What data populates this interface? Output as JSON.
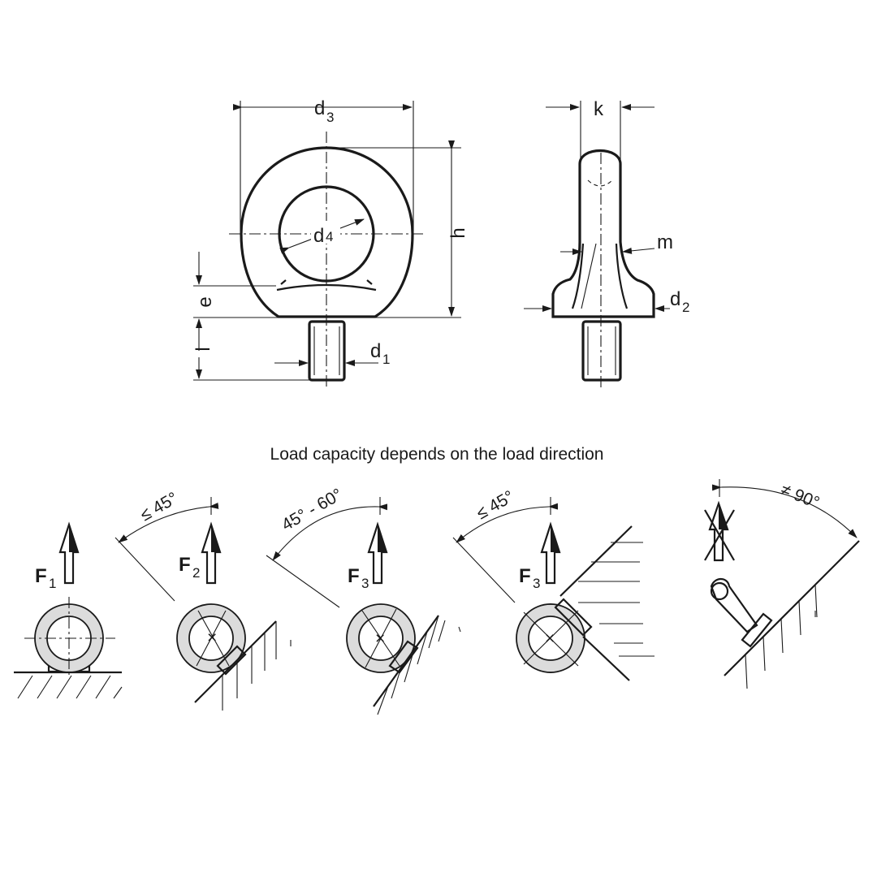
{
  "labels": {
    "d3": "d",
    "d3_sub": "3",
    "d4": "d",
    "d4_sub": "4",
    "h": "h",
    "e": "e",
    "l": "l",
    "d1": "d",
    "d1_sub": "1",
    "k": "k",
    "m": "m",
    "d2": "d",
    "d2_sub": "2"
  },
  "caption": "Load capacity depends on the load direction",
  "load_cases": [
    {
      "force": "F",
      "force_sub": "1",
      "angle": ""
    },
    {
      "force": "F",
      "force_sub": "2",
      "angle": "≤ 45°"
    },
    {
      "force": "F",
      "force_sub": "3",
      "angle": "45° - 60°"
    },
    {
      "force": "F",
      "force_sub": "3",
      "angle": "≤ 45°"
    },
    {
      "force": "",
      "force_sub": "",
      "angle": "≠ 90°"
    }
  ],
  "colors": {
    "line": "#1a1a1a",
    "ring_fill": "#dcdcdc",
    "background": "#ffffff"
  }
}
